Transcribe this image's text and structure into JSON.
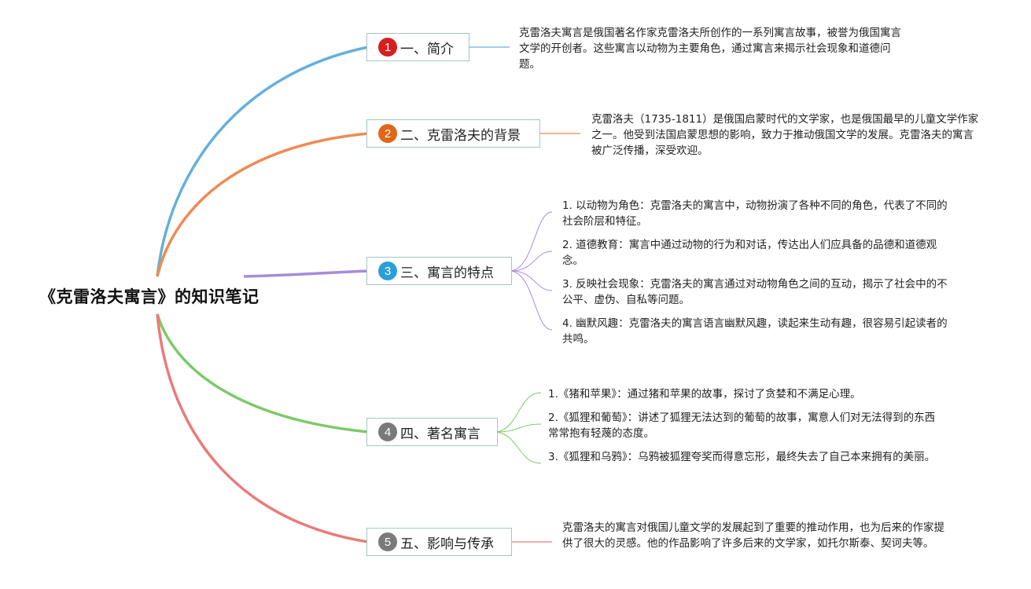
{
  "root": {
    "title": "《克雷洛夫寓言》的知识笔记"
  },
  "branches": [
    {
      "num": "1",
      "label": "一、简介",
      "color": "#64b0dc",
      "badge_color": "#d81e1e",
      "note": "克雷洛夫寓言是俄国著名作家克雷洛夫所创作的一系列寓言故事，被誉为俄国寓言文学的开创者。这些寓言以动物为主要角色，通过寓言来揭示社会现象和道德问题。"
    },
    {
      "num": "2",
      "label": "二、克雷洛夫的背景",
      "color": "#ef8a55",
      "badge_color": "#e0661a",
      "note": "克雷洛夫（1735-1811）是俄国启蒙时代的文学家，也是俄国最早的儿童文学作家之一。他受到法国启蒙思想的影响，致力于推动俄国文学的发展。克雷洛夫的寓言被广泛传播，深受欢迎。"
    },
    {
      "num": "3",
      "label": "三、寓言的特点",
      "color": "#a98ad8",
      "badge_color": "#2a9fd8",
      "items": [
        "1. 以动物为角色：克雷洛夫的寓言中，动物扮演了各种不同的角色，代表了不同的社会阶层和特征。",
        "2. 道德教育：寓言中通过动物的行为和对话，传达出人们应具备的品德和道德观念。",
        "3. 反映社会现象：克雷洛夫的寓言通过对动物角色之间的互动，揭示了社会中的不公平、虚伪、自私等问题。",
        "4. 幽默风趣：克雷洛夫的寓言语言幽默风趣，读起来生动有趣，很容易引起读者的共鸣。"
      ]
    },
    {
      "num": "4",
      "label": "四、著名寓言",
      "color": "#7cc96a",
      "badge_color": "#7a7a7a",
      "items": [
        "1.《猪和苹果》：通过猪和苹果的故事，探讨了贪婪和不满足心理。",
        "2.《狐狸和葡萄》：讲述了狐狸无法达到的葡萄的故事，寓意人们对无法得到的东西常常抱有轻蔑的态度。",
        "3.《狐狸和乌鸦》：乌鸦被狐狸夸奖而得意忘形，最终失去了自己本来拥有的美丽。"
      ]
    },
    {
      "num": "5",
      "label": "五、影响与传承",
      "color": "#ec7a78",
      "badge_color": "#7a7a7a",
      "note": "克雷洛夫的寓言对俄国儿童文学的发展起到了重要的推动作用，也为后来的作家提供了很大的灵感。他的作品影响了许多后来的文学家，如托尔斯泰、契诃夫等。"
    }
  ]
}
